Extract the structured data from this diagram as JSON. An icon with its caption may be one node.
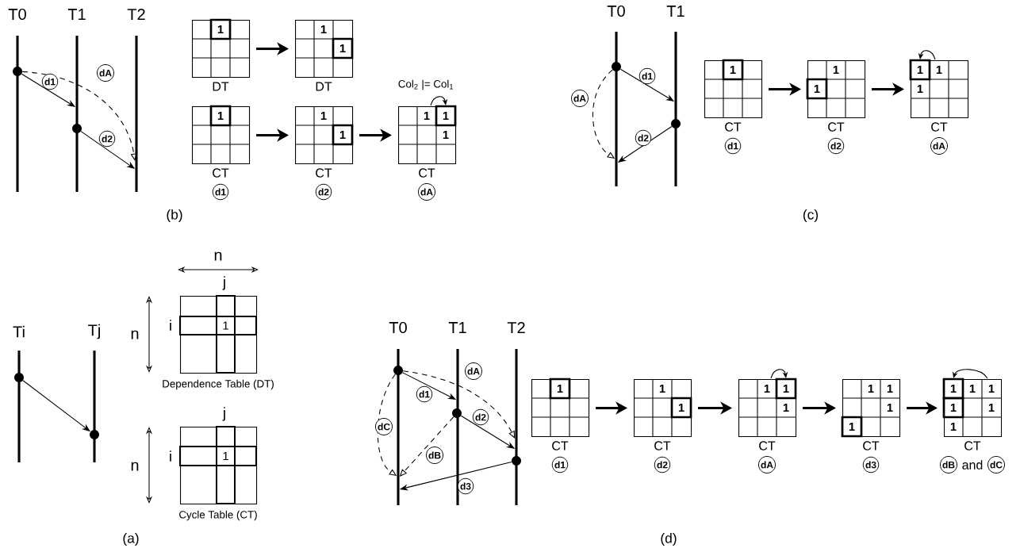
{
  "diagram": {
    "nodes": [
      {
        "text": [
          "T0"
        ]
      },
      {
        "text": [
          "T1"
        ]
      },
      {
        "text": [
          "T2"
        ]
      },
      {
        "text": [],
        "shape": "circle"
      },
      {
        "text": [],
        "shape": "circle"
      },
      {
        "text": [
          "1"
        ],
        "beside": [
          "DT"
        ]
      },
      {
        "text": [
          "1",
          "1"
        ],
        "beside": [
          "DT"
        ]
      },
      {
        "text": [
          "1"
        ],
        "beside": [
          "CT",
          "d1"
        ]
      },
      {
        "text": [
          "1",
          "1"
        ],
        "beside": [
          "CT",
          "d2"
        ]
      },
      {
        "text": [
          "1",
          "1",
          "1"
        ],
        "beside": [
          "CT",
          "dA"
        ]
      },
      {
        "text": [
          "T0"
        ]
      },
      {
        "text": [
          "T1"
        ]
      },
      {
        "text": [],
        "shape": "circle"
      },
      {
        "text": [],
        "shape": "circle"
      },
      {
        "text": [
          "1"
        ],
        "beside": [
          "CT",
          "d1"
        ]
      },
      {
        "text": [
          "1",
          "1"
        ],
        "beside": [
          "CT",
          "d2"
        ]
      },
      {
        "text": [
          "1",
          "1",
          "1"
        ],
        "beside": [
          "CT",
          "dA"
        ]
      },
      {
        "text": [
          "Ti"
        ]
      },
      {
        "text": [
          "Tj"
        ]
      },
      {
        "text": [],
        "shape": "circle"
      },
      {
        "text": [],
        "shape": "circle"
      },
      {
        "text": [
          "1"
        ],
        "beside": [
          "Dependence Table (DT)"
        ]
      },
      {
        "text": [
          "1"
        ],
        "beside": [
          "Cycle Table (CT)"
        ]
      },
      {
        "text": [
          "T0"
        ]
      },
      {
        "text": [
          "T1"
        ]
      },
      {
        "text": [
          "T2"
        ]
      },
      {
        "text": [],
        "shape": "circle"
      },
      {
        "text": [],
        "shape": "circle"
      },
      {
        "text": [],
        "shape": "circle"
      },
      {
        "text": [
          "1"
        ],
        "beside": [
          "CT",
          "d1"
        ]
      },
      {
        "text": [
          "1",
          "1"
        ],
        "beside": [
          "CT",
          "d2"
        ]
      },
      {
        "text": [
          "1",
          "1",
          "1"
        ],
        "beside": [
          "CT",
          "dA"
        ]
      },
      {
        "text": [
          "1",
          "1",
          "1",
          "1"
        ],
        "beside": [
          "CT",
          "d3"
        ]
      },
      {
        "text": [
          "1",
          "1",
          "1",
          "1",
          "1",
          "1"
        ],
        "beside": [
          "CT",
          "dB",
          "and",
          "dC"
        ]
      }
    ],
    "edges": [
      {
        "from": 3,
        "to": 1,
        "arrow": "to",
        "label": "d1"
      },
      {
        "from": 3,
        "to": 2,
        "arrow": "to",
        "label": "dA",
        "style": "dashed"
      },
      {
        "from": 4,
        "to": 2,
        "arrow": "to",
        "label": "d2"
      },
      {
        "from": 5,
        "to": 6,
        "arrow": "to",
        "style": "thick"
      },
      {
        "from": 7,
        "to": 8,
        "arrow": "to",
        "style": "thick"
      },
      {
        "from": 8,
        "to": 9,
        "arrow": "to",
        "style": "thick"
      },
      {
        "from": 12,
        "to": 11,
        "arrow": "to",
        "label": "d1"
      },
      {
        "from": 13,
        "to": 10,
        "arrow": "to",
        "label": "d2"
      },
      {
        "from": 12,
        "to": 10,
        "arrow": "to",
        "label": "dA",
        "style": "dashed"
      },
      {
        "from": 14,
        "to": 15,
        "arrow": "to",
        "style": "thick"
      },
      {
        "from": 15,
        "to": 16,
        "arrow": "to",
        "style": "thick"
      },
      {
        "from": 19,
        "to": 20,
        "arrow": "to"
      },
      {
        "from": 26,
        "to": 24,
        "arrow": "to",
        "label": "d1"
      },
      {
        "from": 26,
        "to": 25,
        "arrow": "to",
        "label": "dA",
        "style": "dashed"
      },
      {
        "from": 27,
        "to": 25,
        "arrow": "to",
        "label": "d2"
      },
      {
        "from": 27,
        "to": 23,
        "arrow": "to",
        "label": "dB",
        "style": "dashed"
      },
      {
        "from": 26,
        "to": 23,
        "arrow": "to",
        "label": "dC",
        "style": "dashed"
      },
      {
        "from": 28,
        "to": 23,
        "arrow": "to",
        "label": "d3"
      },
      {
        "from": 29,
        "to": 30,
        "arrow": "to",
        "style": "thick"
      },
      {
        "from": 30,
        "to": 31,
        "arrow": "to",
        "style": "thick"
      },
      {
        "from": 31,
        "to": 32,
        "arrow": "to",
        "style": "thick"
      },
      {
        "from": 32,
        "to": 33,
        "arrow": "to",
        "style": "thick"
      }
    ],
    "labels": [
      "Col$_{2}$ |= Col$_{1}$",
      "(b)",
      "(c)",
      "n",
      "j",
      "i",
      "n",
      "j",
      "i",
      "n",
      "(a)",
      "(d)"
    ]
  }
}
